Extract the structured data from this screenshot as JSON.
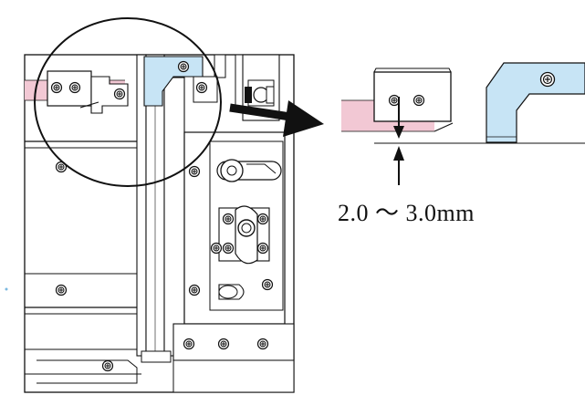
{
  "measurement": {
    "text": "2.0 ～ 3.0mm",
    "min_mm": 2.0,
    "max_mm": 3.0
  },
  "colors": {
    "pink": "#f2c8d4",
    "blue": "#c7e4f5",
    "line": "#111111",
    "arrow": "#111111"
  }
}
